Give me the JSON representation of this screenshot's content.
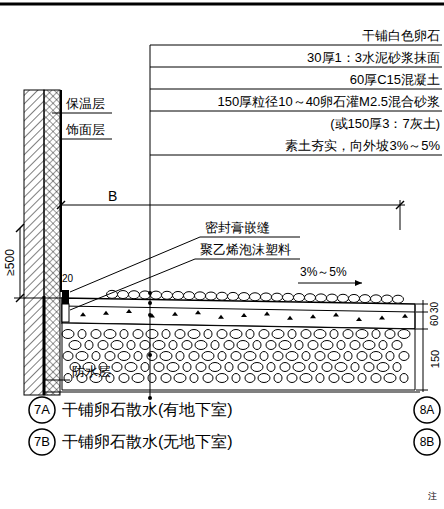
{
  "diagram": {
    "labels": [
      "干铺白色卵石",
      "30厚1：3水泥砂浆抹面",
      "60厚C15混凝土",
      "150厚粒径10～40卵石灌M2.5混合砂浆",
      "(或150厚3：7灰土)",
      "素土夯实，向外坡3%～5%",
      "保温层",
      "饰面层",
      "B",
      "≥500",
      "20",
      "密封膏嵌缝",
      "聚乙烯泡沫塑料",
      "3%～5%",
      "30",
      "60",
      "150",
      "防水层",
      "7A",
      "干铺卵石散水(有地下室)",
      "7B",
      "干铺卵石散水(无地下室)",
      "8A",
      "8B",
      "注"
    ]
  }
}
